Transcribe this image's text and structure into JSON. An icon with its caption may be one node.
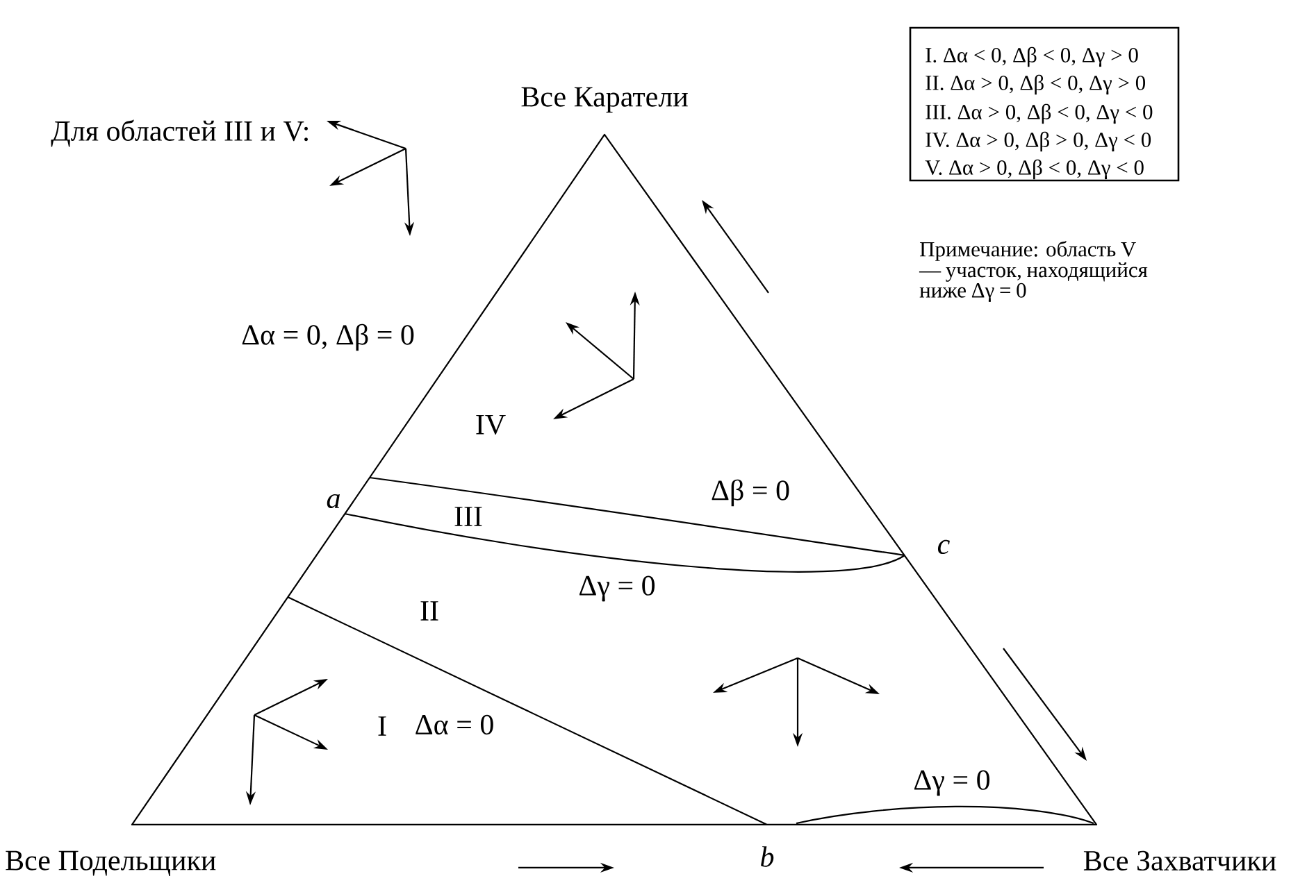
{
  "diagram": {
    "labels": [
      "Для областей III и V:",
      "Все Каратели",
      "I. Δα < 0, Δβ < 0, Δγ > 0",
      "II. Δα > 0, Δβ < 0, Δγ > 0",
      "III. Δα > 0, Δβ < 0, Δγ < 0",
      "IV. Δα > 0, Δβ > 0, Δγ < 0",
      "V. Δα > 0, Δβ < 0, Δγ < 0",
      "Примечание: область V — участок, находящийся ниже Δγ = 0",
      "Δα = 0, Δβ = 0",
      "IV",
      "Δβ = 0",
      "a",
      "III",
      "c",
      "Δγ = 0",
      "II",
      "I",
      "Δα = 0",
      "Δγ = 0",
      "Все Подельщики",
      "b",
      "Все Захватчики"
    ]
  }
}
